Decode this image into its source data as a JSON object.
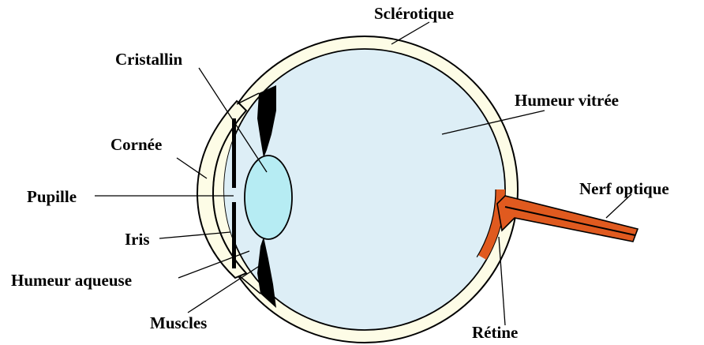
{
  "labels": {
    "sclerotique": "Sclérotique",
    "cristallin": "Cristallin",
    "humeur_vitree": "Humeur vitrée",
    "cornee": "Cornée",
    "pupille": "Pupille",
    "nerf_optique": "Nerf optique",
    "iris": "Iris",
    "humeur_aqueuse": "Humeur aqueuse",
    "muscles": "Muscles",
    "retine": "Rétine"
  },
  "colors": {
    "eye_fill": "#ddeef6",
    "sclera": "#fdfce6",
    "retina": "#e05a1f",
    "lens": "#b6ecf3",
    "outline": "#000000"
  }
}
